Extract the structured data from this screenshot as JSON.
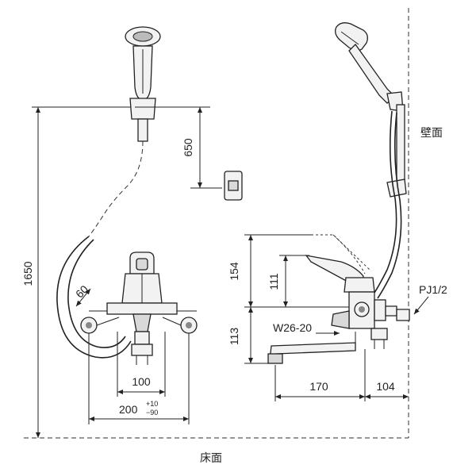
{
  "labels": {
    "wall": "壁面",
    "floor": "床面",
    "pipe_thread": "PJ1/2",
    "spout_thread": "W26-20"
  },
  "dimensions": {
    "total_height": "1650",
    "hook_drop": "650",
    "hose_bend": "60",
    "center_pitch": "100",
    "mount_pitch": "200",
    "mount_tol_plus": "+10",
    "mount_tol_minus": "−90",
    "lever_height": "154",
    "lever_body": "111",
    "spout_height": "113",
    "spout_reach": "170",
    "wall_offset": "104"
  },
  "colors": {
    "line": "#222222",
    "fill": "#f2f2f2"
  }
}
